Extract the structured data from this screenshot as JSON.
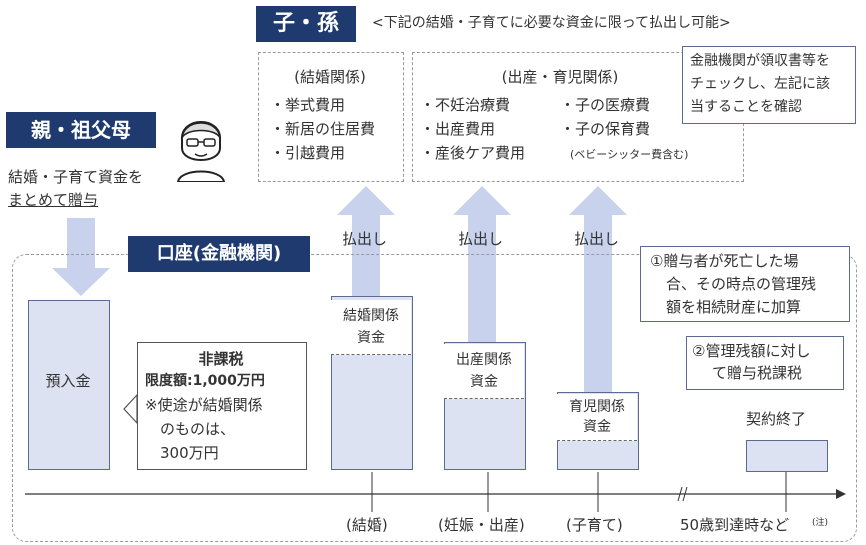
{
  "children_label": "子・孫",
  "withdrawal_note": "<下記の結婚・子育てに必要な資金に限って払出し可能>",
  "parents_label": "親・祖父母",
  "parents_gift": [
    "結婚・子育て資金を",
    "まとめて贈与"
  ],
  "marriage_box": {
    "title": "(結婚関係)",
    "items": [
      "・挙式費用",
      "・新居の住居費",
      "・引越費用"
    ]
  },
  "birth_box": {
    "title": "(出産・育児関係)",
    "col1": [
      "・不妊治療費",
      "・出産費用",
      "・産後ケア費用"
    ],
    "col2": [
      "・子の医療費",
      "・子の保育費",
      "(ベビーシッター費含む)"
    ]
  },
  "financial_note": [
    "金融機関が領収書等を",
    "チェックし、左記に該",
    "当することを確認"
  ],
  "account_label": "口座(金融機関)",
  "payout_labels": [
    "払出し",
    "払出し",
    "払出し"
  ],
  "deposit_label": "預入金",
  "tax_box": {
    "title": "非課税",
    "limit": "限度額:1,000万円",
    "note": [
      "※使途が結婚関係",
      "のものは、",
      "300万円"
    ]
  },
  "fund_labels": {
    "marriage": [
      "結婚関係",
      "資金"
    ],
    "birth": [
      "出産関係",
      "資金"
    ],
    "childcare": [
      "育児関係",
      "資金"
    ]
  },
  "death_note": [
    "①贈与者が死亡した場",
    "合、その時点の管理残",
    "額を相続財産に加算"
  ],
  "residual_note": [
    "②管理残額に対し",
    "て贈与税課税"
  ],
  "contract_end": "契約終了",
  "timeline_labels": [
    "(結婚)",
    "(妊娠・出産)",
    "(子育て)",
    "50歳到達時など"
  ],
  "footnote_mark": "(注)",
  "colors": {
    "navy": "#1e3a6e",
    "lavender": "#dde2f2",
    "arrow": "#c9d2ec"
  }
}
